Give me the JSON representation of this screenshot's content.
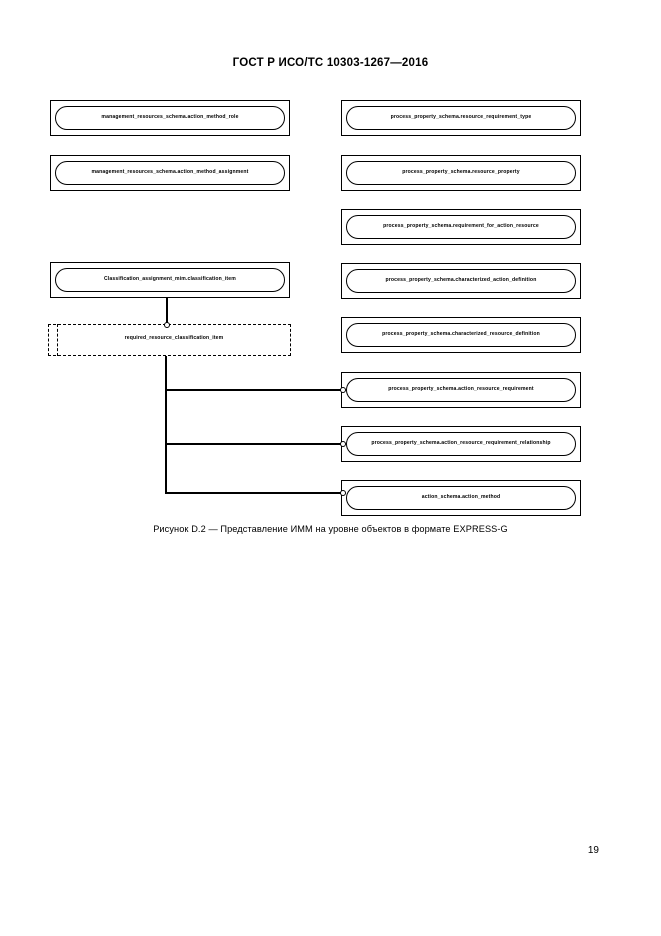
{
  "document": {
    "header": "ГОСТ Р ИСО/ТС 10303-1267—2016",
    "page_number": "19",
    "figure_caption": "Рисунок D.2 — Представление ИММ на уровне объектов в формате EXPRESS-G"
  },
  "diagram": {
    "type": "EXPRESS-G entity-level diagram",
    "left_column": [
      {
        "label": "management_resources_schema.action_method_role",
        "style": "solid"
      },
      {
        "label": "management_resources_schema.action_method_assignment",
        "style": "solid"
      },
      {
        "label": "Classification_assignment_mim.classification_item",
        "style": "solid"
      },
      {
        "label": "required_resource_classification_item",
        "style": "dashed"
      }
    ],
    "right_column": [
      {
        "label": "process_property_schema.resource_requirement_type",
        "style": "solid"
      },
      {
        "label": "process_property_schema.resource_property",
        "style": "solid"
      },
      {
        "label": "process_property_schema.requirement_for_action_resource",
        "style": "solid"
      },
      {
        "label": "process_property_schema.characterized_action_definition",
        "style": "solid"
      },
      {
        "label": "process_property_schema.characterized_resource_definition",
        "style": "solid"
      },
      {
        "label": "process_property_schema.action_resource_requirement",
        "style": "solid"
      },
      {
        "label": "process_property_schema.action_resource_requirement_relationship",
        "style": "solid"
      },
      {
        "label": "action_schema.action_method",
        "style": "solid"
      }
    ],
    "connections": [
      {
        "from": "Classification_assignment_mim.classification_item",
        "to": "required_resource_classification_item"
      },
      {
        "from": "required_resource_classification_item",
        "to": "process_property_schema.action_resource_requirement"
      },
      {
        "from": "required_resource_classification_item",
        "to": "process_property_schema.action_resource_requirement_relationship"
      },
      {
        "from": "required_resource_classification_item",
        "to": "action_schema.action_method"
      }
    ]
  }
}
